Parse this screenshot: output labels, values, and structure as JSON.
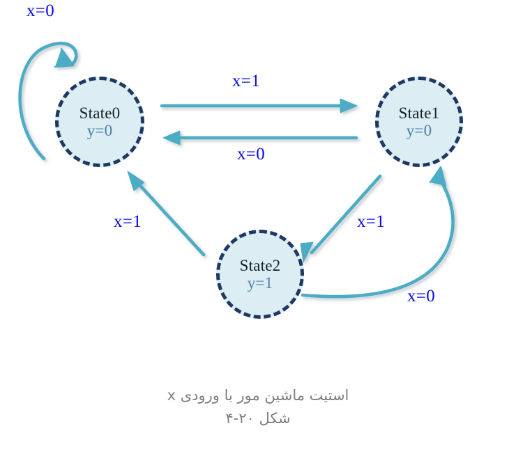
{
  "diagram": {
    "title_caption_line1": "استیت ماشین مور با ورودی x",
    "title_caption_line2": "شکل ۲۰-۴",
    "colors": {
      "node_fill": "#DCEEF3",
      "node_border": "#1F3864",
      "arrow": "#4BACC6",
      "label": "#0A0AE6",
      "output_text": "#4A7EA8",
      "state_text": "#17202A",
      "caption_text": "#7F7F7F"
    },
    "states": [
      {
        "id": "state0",
        "name": "State0",
        "output": "y=0"
      },
      {
        "id": "state1",
        "name": "State1",
        "output": "y=0"
      },
      {
        "id": "state2",
        "name": "State2",
        "output": "y=1"
      }
    ],
    "transitions": [
      {
        "id": "loop",
        "from": "State0",
        "to": "State0",
        "label": "x=0"
      },
      {
        "id": "t0to1",
        "from": "State0",
        "to": "State1",
        "label": "x=1"
      },
      {
        "id": "t1to0",
        "from": "State1",
        "to": "State0",
        "label": "x=0"
      },
      {
        "id": "t1to2",
        "from": "State1",
        "to": "State2",
        "label": "x=1"
      },
      {
        "id": "t2to0",
        "from": "State2",
        "to": "State0",
        "label": "x=1"
      },
      {
        "id": "t2to1",
        "from": "State2",
        "to": "State1",
        "label": "x=0"
      }
    ]
  }
}
